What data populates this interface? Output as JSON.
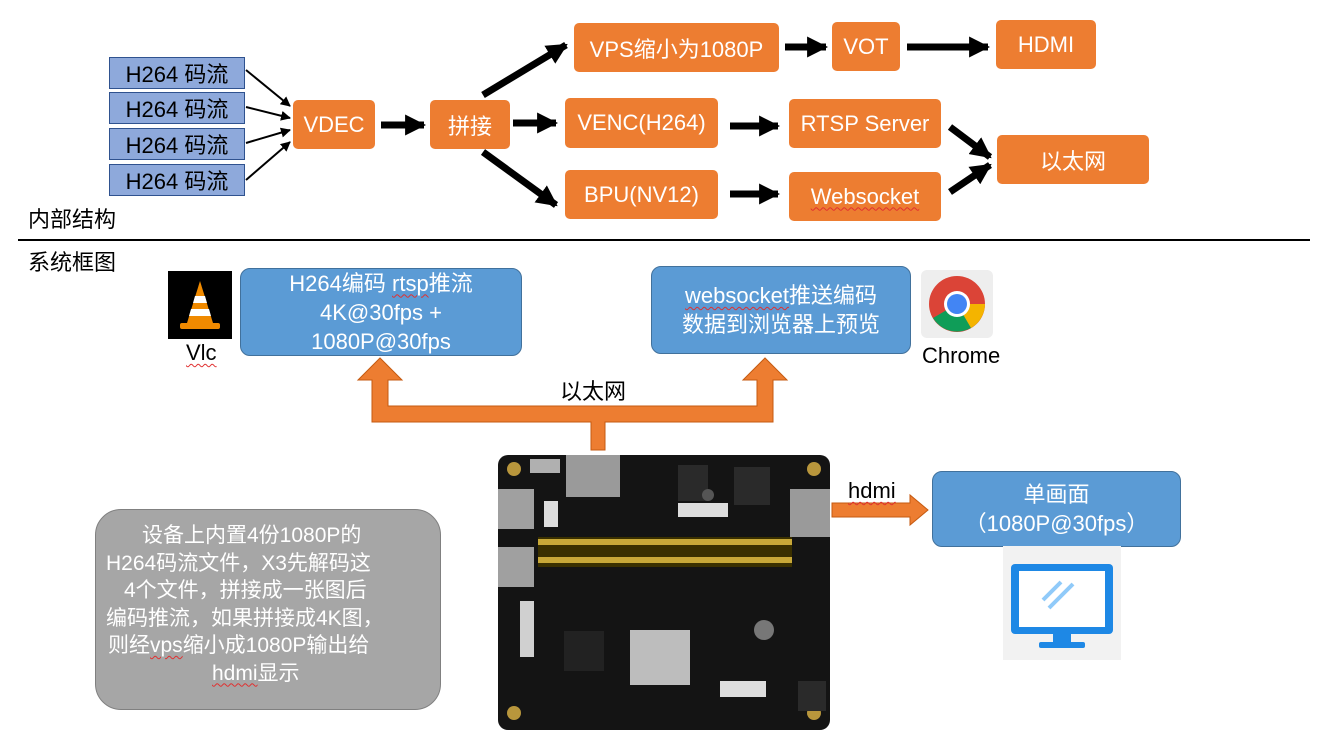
{
  "internal": {
    "section_label": "内部结构",
    "streams": [
      "H264 码流",
      "H264 码流",
      "H264 码流",
      "H264 码流"
    ],
    "vdec": "VDEC",
    "stitch": "拼接",
    "vps": "VPS缩小为1080P",
    "vot": "VOT",
    "hdmi": "HDMI",
    "venc": "VENC(H264)",
    "rtsp": "RTSP Server",
    "bpu": "BPU(NV12)",
    "websocket": "Websocket",
    "ethernet": "以太网"
  },
  "system": {
    "section_label": "系统框图",
    "vlc_box": {
      "pre": "H264编码 ",
      "rtsp": "rtsp",
      "post": "推流",
      "line2": "4K@30fps +",
      "line3": "1080P@30fps"
    },
    "vlc_label": "Vlc",
    "web_box": {
      "ws": "websocket",
      "line1_rest": "推送编码",
      "line2": "数据到浏览器上预览"
    },
    "chrome_label": "Chrome",
    "ethernet_label": "以太网",
    "hdmi_label": "hdmi",
    "display_box": {
      "line1": "单画面",
      "line2": "（1080P@30fps）"
    },
    "description": {
      "l1": "设备上内置4份1080P的",
      "l2": "H264码流文件，X3先解码这",
      "l3": "4个文件，拼接成一张图后",
      "l4": "编码推流，如果拼接成4K图，",
      "l5_pre": "则经",
      "l5_vps": "vps",
      "l5_post": "缩小成1080P输出给",
      "l6_hdmi": "hdmi",
      "l6_post": "显示"
    }
  },
  "colors": {
    "orange": "#ed7d31",
    "blue": "#5b9bd5",
    "stream_blue": "#8ea9db",
    "gray": "#a6a6a6"
  },
  "icons": [
    "vlc-cone-icon",
    "chrome-icon",
    "monitor-icon",
    "dev-board-image"
  ]
}
